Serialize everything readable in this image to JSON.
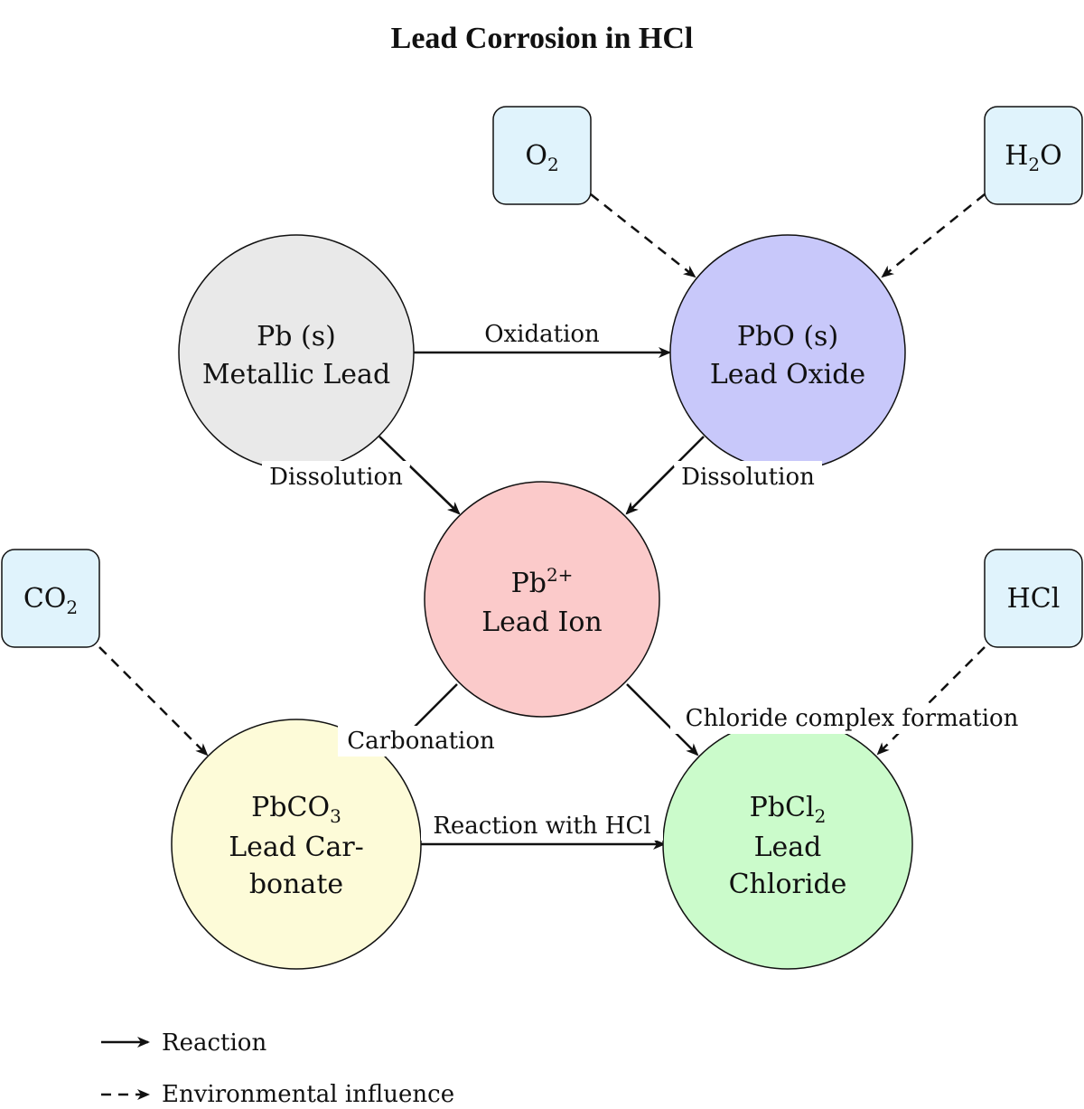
{
  "title": "Lead Corrosion in HCl",
  "nodes": {
    "pb": {
      "line1": "Pb (s)",
      "line2": "Metallic Lead",
      "color": "#e9e9e9"
    },
    "pbo": {
      "line1": "PbO (s)",
      "line2": "Lead Oxide",
      "color": "#c8c8fa"
    },
    "ion": {
      "line1": "Pb",
      "line1_sup": "2+",
      "line2": "Lead Ion",
      "color": "#fbcaca"
    },
    "pbco3": {
      "line1": "PbCO",
      "line1_sub": "3",
      "line2": "Lead Car-",
      "line3": "bonate",
      "color": "#fdfbd8"
    },
    "pbcl2": {
      "line1": "PbCl",
      "line1_sub": "2",
      "line2": "Lead",
      "line3": "Chloride",
      "color": "#cbfbcb"
    }
  },
  "factors": {
    "o2": {
      "main": "O",
      "sub": "2",
      "color": "#e0f3fc"
    },
    "h2o": {
      "main": "H",
      "sub": "2",
      "tail": "O",
      "color": "#e0f3fc"
    },
    "co2": {
      "main": "CO",
      "sub": "2",
      "color": "#e0f3fc"
    },
    "hcl": {
      "main": "HCl",
      "color": "#e0f3fc"
    }
  },
  "edges": {
    "oxidation": "Oxidation",
    "dissolution_left": "Dissolution",
    "dissolution_right": "Dissolution",
    "carbonation": "Carbonation",
    "chloride_complex": "Chloride complex formation",
    "reaction_hcl": "Reaction with HCl"
  },
  "legend": {
    "reaction": "Reaction",
    "environmental": "Environmental influence"
  }
}
